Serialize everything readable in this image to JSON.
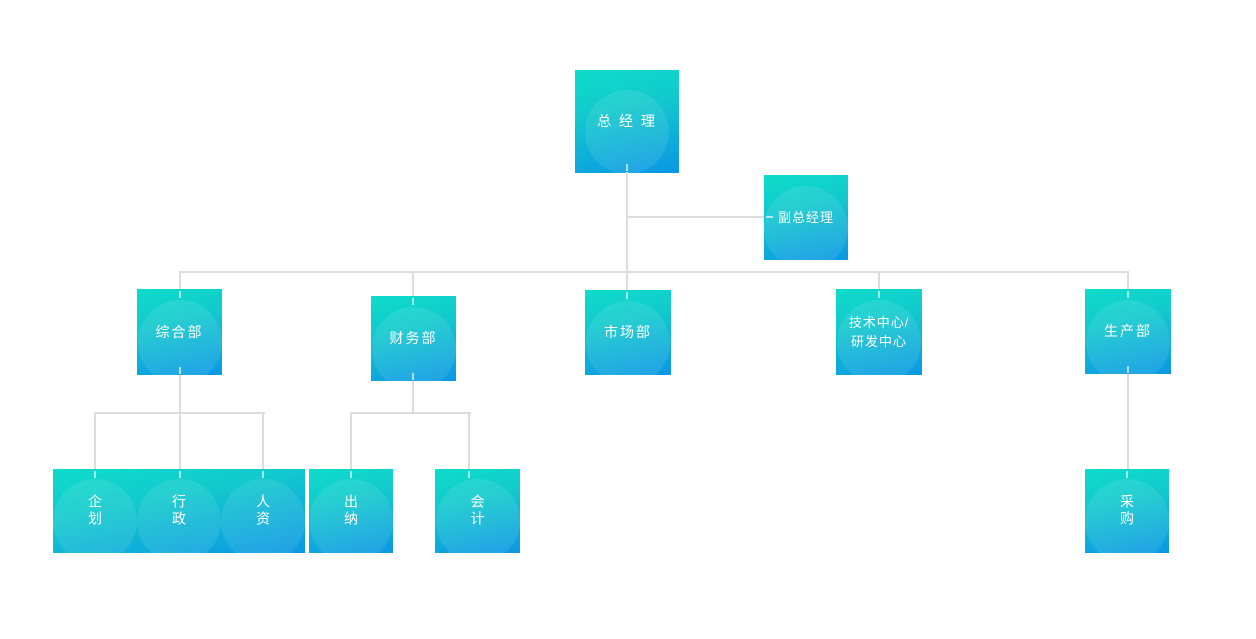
{
  "org_chart": {
    "type": "org-chart",
    "colors": {
      "node_gradient_start": "#0edcca",
      "node_gradient_end": "#0b97e4",
      "connector": "#dcdcdc",
      "node_text": "#ffffff",
      "background": "#ffffff"
    },
    "nodes": {
      "general_manager": {
        "label": "总 经 理",
        "level": 0
      },
      "deputy_general_manager": {
        "label": "副总经理",
        "level": 1
      },
      "general_affairs_dept": {
        "label": "综合部",
        "level": 2
      },
      "finance_dept": {
        "label": "财务部",
        "level": 2
      },
      "marketing_dept": {
        "label": "市场部",
        "level": 2
      },
      "tech_rd_center": {
        "label": "技术中心/\n研发中心",
        "level": 2
      },
      "production_dept": {
        "label": "生产部",
        "level": 2
      },
      "planning": {
        "label": "企划",
        "level": 3,
        "orientation": "vertical"
      },
      "administration": {
        "label": "行政",
        "level": 3,
        "orientation": "vertical"
      },
      "human_resources": {
        "label": "人资",
        "level": 3,
        "orientation": "vertical"
      },
      "cashier": {
        "label": "出纳",
        "level": 3,
        "orientation": "vertical"
      },
      "accounting": {
        "label": "会计",
        "level": 3,
        "orientation": "vertical"
      },
      "procurement": {
        "label": "采购",
        "level": 3,
        "orientation": "vertical"
      }
    },
    "edges": [
      {
        "from": "general_manager",
        "to": "deputy_general_manager",
        "type": "side-branch"
      },
      {
        "from": "general_manager",
        "to": "general_affairs_dept"
      },
      {
        "from": "general_manager",
        "to": "finance_dept"
      },
      {
        "from": "general_manager",
        "to": "marketing_dept"
      },
      {
        "from": "general_manager",
        "to": "tech_rd_center"
      },
      {
        "from": "general_manager",
        "to": "production_dept"
      },
      {
        "from": "general_affairs_dept",
        "to": "planning"
      },
      {
        "from": "general_affairs_dept",
        "to": "administration"
      },
      {
        "from": "general_affairs_dept",
        "to": "human_resources"
      },
      {
        "from": "finance_dept",
        "to": "cashier"
      },
      {
        "from": "finance_dept",
        "to": "accounting"
      },
      {
        "from": "production_dept",
        "to": "procurement"
      }
    ]
  }
}
